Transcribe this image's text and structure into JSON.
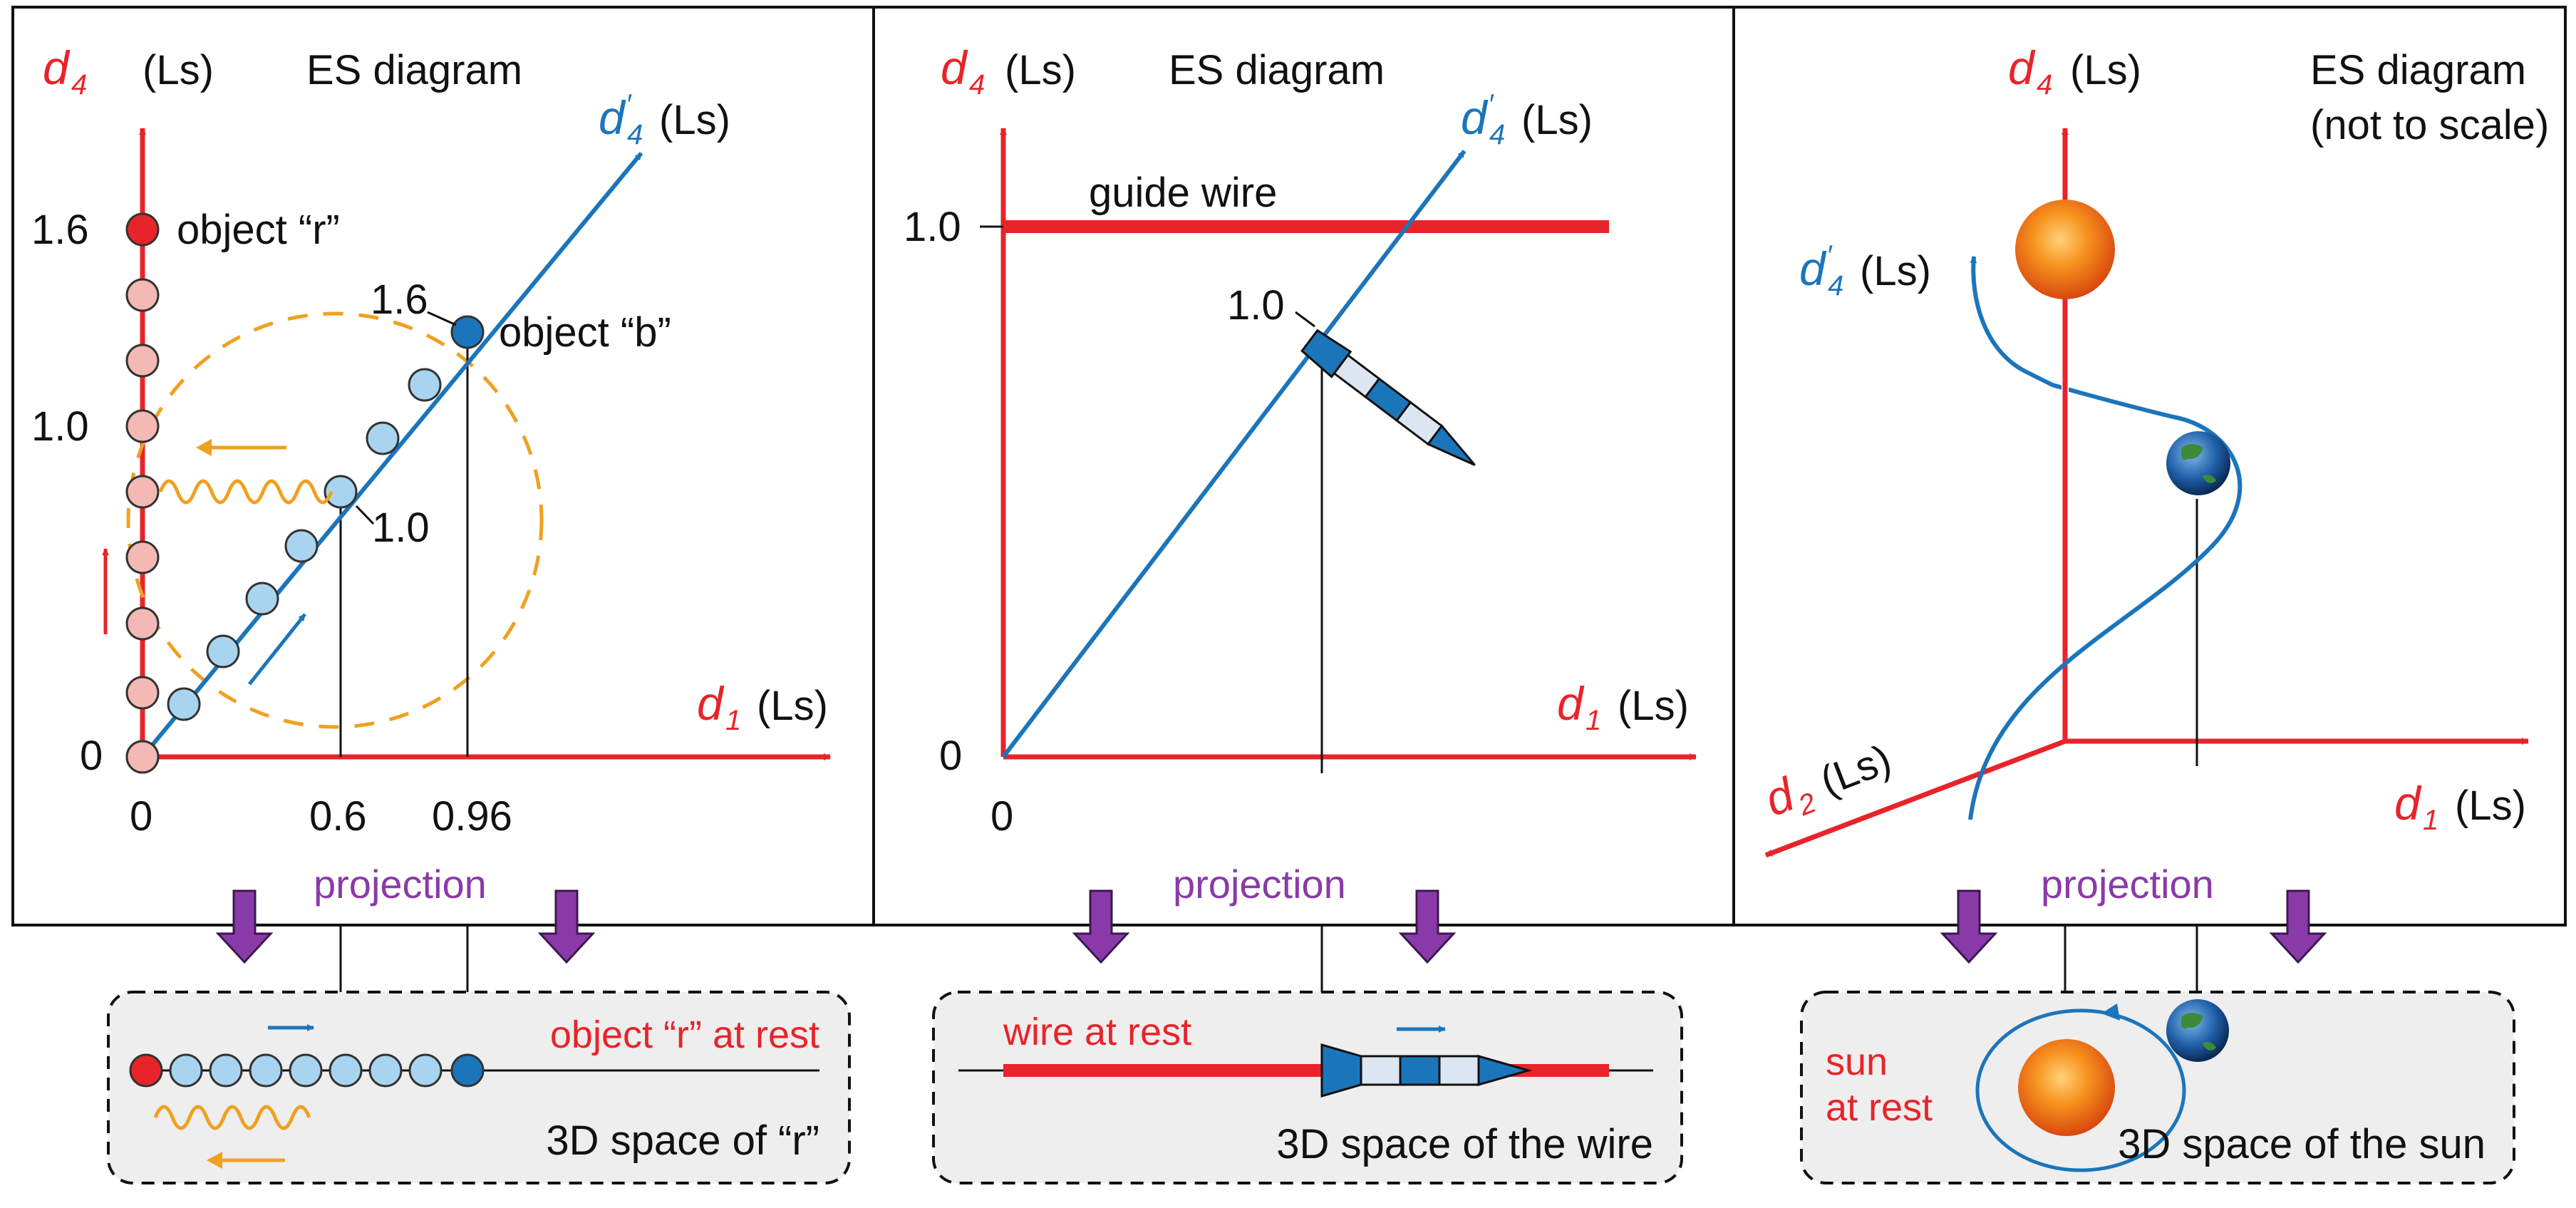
{
  "colors": {
    "red": "#e8242a",
    "blue": "#1b75bb",
    "light_blue": "#a9d4f0",
    "pink": "#f4b8b5",
    "orange": "#f0a020",
    "purple": "#8a3aa8",
    "gray_box": "#eeeeee"
  },
  "common": {
    "es_title": "ES diagram",
    "unit": "(Ls)",
    "projection": "projection",
    "axis_d": "d",
    "sub_1": "1",
    "sub_2": "2",
    "sub_4": "4",
    "prime": "′"
  },
  "panel1": {
    "tick_0": "0",
    "tick_1_0": "1.0",
    "tick_1_6": "1.6",
    "x_tick_0": "0",
    "x_tick_0_6": "0.6",
    "x_tick_0_96": "0.96",
    "label_r": "object “r”",
    "label_b": "object “b”",
    "label_b_16": "1.6",
    "label_b_10": "1.0",
    "box_red_text": "object “r” at rest",
    "box_black_text": "3D space of “r”"
  },
  "panel2": {
    "tick_0": "0",
    "tick_1_0": "1.0",
    "x_tick_0": "0",
    "guide_wire": "guide wire",
    "rocket_tick": "1.0",
    "box_red_text": "wire at rest",
    "box_black_text": "3D space of the wire"
  },
  "panel3": {
    "subtitle": "(not to scale)",
    "box_red_line1": "sun",
    "box_red_line2": "at rest",
    "box_black_text": "3D space of the sun"
  },
  "icons": [
    "sun-icon",
    "earth-icon",
    "rocket-icon"
  ]
}
